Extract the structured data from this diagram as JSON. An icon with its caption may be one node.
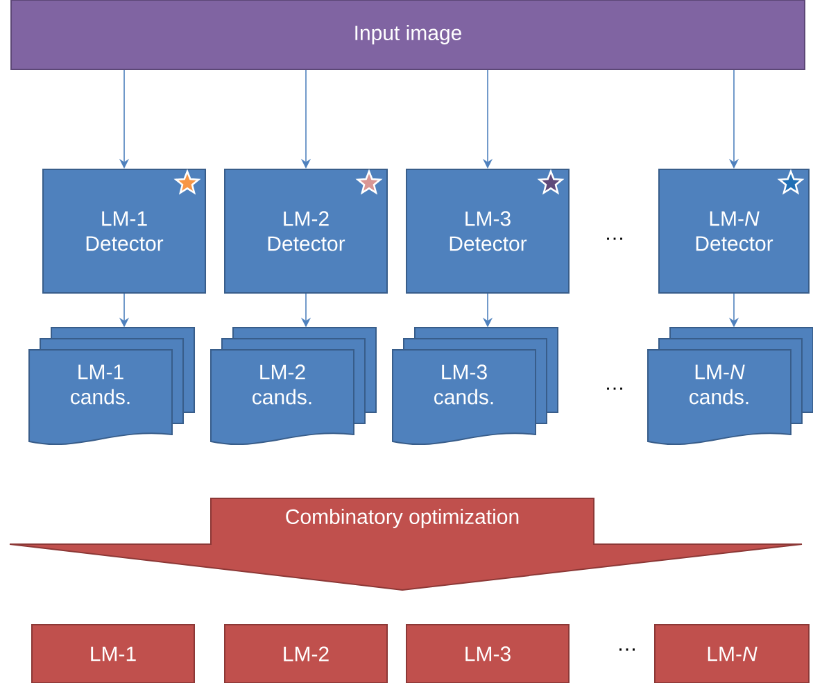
{
  "diagram": {
    "nodes": [
      {
        "text": [
          "Input image"
        ]
      },
      {
        "text": [
          "LM-1 Detector"
        ]
      },
      {
        "text": [
          "LM-2 Detector"
        ]
      },
      {
        "text": [
          "LM-3 Detector"
        ]
      },
      {
        "text": [
          "LM-*N* Detector"
        ]
      },
      {
        "text": [
          "LM-1 cands."
        ]
      },
      {
        "text": [
          "LM-2 cands."
        ]
      },
      {
        "text": [
          "LM-3 cands."
        ]
      },
      {
        "text": [
          "LM-*N* cands."
        ]
      },
      {
        "text": [
          "Combinatory optimization"
        ]
      },
      {
        "text": [
          "LM-1"
        ]
      },
      {
        "text": [
          "LM-2"
        ]
      },
      {
        "text": [
          "LM-3"
        ]
      },
      {
        "text": [
          "LM-*N*"
        ]
      }
    ],
    "edges": [
      {
        "from": 0,
        "to": 1,
        "arrow": "to"
      },
      {
        "from": 0,
        "to": 2,
        "arrow": "to"
      },
      {
        "from": 0,
        "to": 3,
        "arrow": "to"
      },
      {
        "from": 0,
        "to": 4,
        "arrow": "to"
      },
      {
        "from": 1,
        "to": 5,
        "arrow": "to"
      },
      {
        "from": 2,
        "to": 6,
        "arrow": "to"
      },
      {
        "from": 3,
        "to": 7,
        "arrow": "to"
      },
      {
        "from": 4,
        "to": 8,
        "arrow": "to"
      }
    ],
    "labels": [
      "…",
      "…",
      "…"
    ]
  }
}
